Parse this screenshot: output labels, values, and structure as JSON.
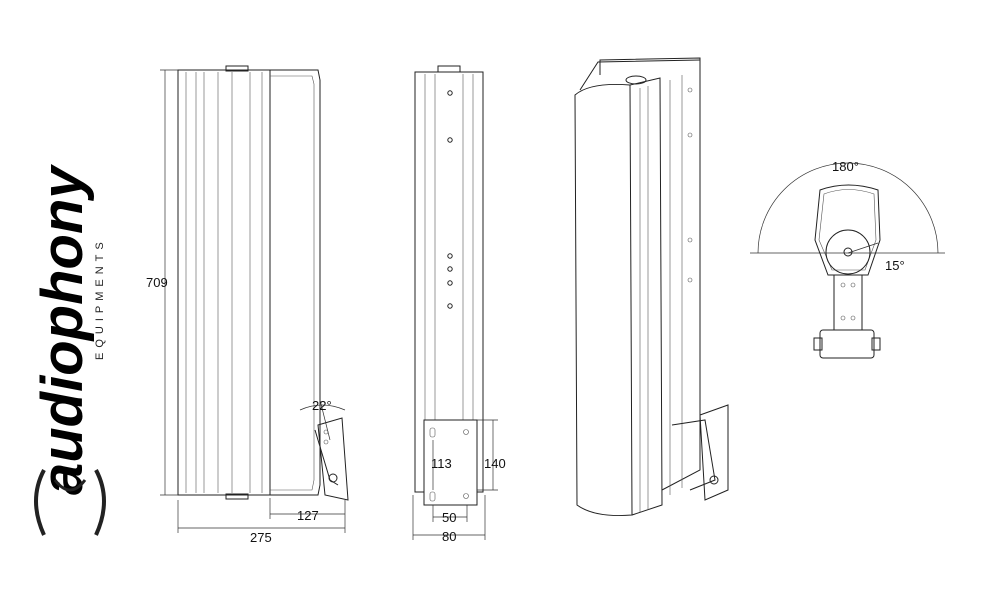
{
  "logo": {
    "brand": "audiophony",
    "tagline": "EQUIPMENTS"
  },
  "dimensions": {
    "height": "709",
    "depth_total": "275",
    "bracket_depth": "127",
    "tilt_angle": "22°",
    "plate_inner": "113",
    "plate_height": "140",
    "plate_hole_spacing": "50",
    "plate_width": "80",
    "pan_angle": "180°",
    "pan_step": "15°"
  }
}
